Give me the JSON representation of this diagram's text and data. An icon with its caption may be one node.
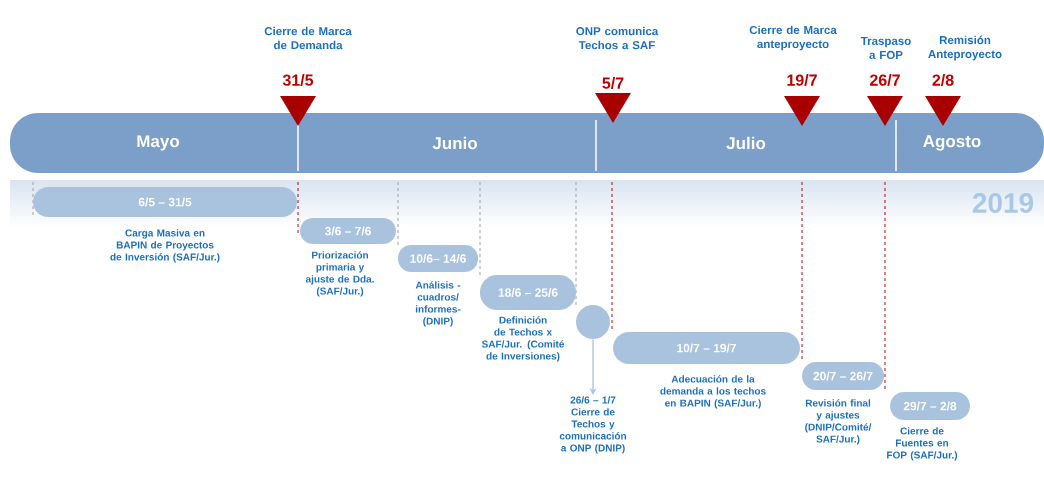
{
  "diagram": {
    "nodes": [
      {
        "text": [
          "31/5"
        ],
        "beside": [
          "Cierre de Marca de Demanda"
        ]
      },
      {
        "text": [
          "5/7"
        ],
        "beside": [
          "ONP comunica Techos a SAF"
        ]
      },
      {
        "text": [
          "19/7"
        ],
        "beside": [
          "Cierre de Marca anteproyecto"
        ]
      },
      {
        "text": [
          "26/7"
        ],
        "beside": [
          "Traspaso a FOP"
        ]
      },
      {
        "text": [
          "2/8"
        ],
        "beside": [
          "Remisión Anteproyecto"
        ]
      },
      {
        "text": [
          "6/5 – 31/5"
        ],
        "beside": [
          "Carga Masiva en BAPIN de Proyectos de Inversión (SAF/Jur.)"
        ]
      },
      {
        "text": [
          "3/6 – 7/6"
        ],
        "beside": [
          "Priorización primaria y ajuste de Dda. (SAF/Jur.)"
        ]
      },
      {
        "text": [
          "10/6– 14/6"
        ],
        "beside": [
          "Análisis -cuadros/ informes- (DNIP)"
        ]
      },
      {
        "text": [
          "18/6 – 25/6"
        ],
        "beside": [
          "Definición de Techos x SAF/Jur. (Comité de Inversiones)"
        ]
      },
      {
        "text": [],
        "shape": "circle"
      },
      {
        "text": [
          "26/6 – 1/7",
          "Cierre de Techos y comunicación a ONP (DNIP)"
        ]
      },
      {
        "text": [
          "10/7 – 19/7"
        ],
        "beside": [
          "Adecuación de la demanda a los techos en BAPIN (SAF/Jur.)"
        ]
      },
      {
        "text": [
          "20/7 – 26/7"
        ],
        "beside": [
          "Revisión final y ajustes (DNIP/Comité/ SAF/Jur.)"
        ]
      },
      {
        "text": [
          "29/7 – 2/8"
        ],
        "beside": [
          "Cierre de Fuentes en FOP (SAF/Jur.)"
        ]
      }
    ],
    "edges": [
      {
        "from": 9,
        "to": 10,
        "arrow": "to"
      }
    ],
    "labels": [
      "Mayo",
      "Junio",
      "Julio",
      "Agosto",
      "2019"
    ]
  }
}
